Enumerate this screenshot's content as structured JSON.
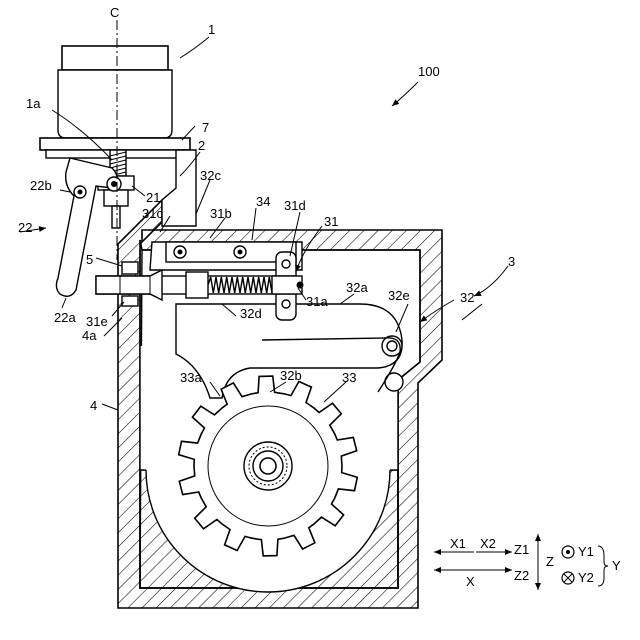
{
  "labels": {
    "center_axis": "C",
    "item_1": "1",
    "item_1a": "1a",
    "item_2": "2",
    "item_3": "3",
    "item_4": "4",
    "item_4a": "4a",
    "item_5": "5",
    "item_7": "7",
    "item_21": "21",
    "item_22": "22",
    "item_22a": "22a",
    "item_22b": "22b",
    "item_31": "31",
    "item_31a": "31a",
    "item_31b": "31b",
    "item_31c": "31c",
    "item_31d": "31d",
    "item_31e": "31e",
    "item_32": "32",
    "item_32a": "32a",
    "item_32b": "32b",
    "item_32c": "32c",
    "item_32d": "32d",
    "item_32e": "32e",
    "item_33": "33",
    "item_33a": "33a",
    "item_34": "34",
    "item_100": "100"
  },
  "axes_legend": {
    "x1": "X1",
    "x2": "X2",
    "x": "X",
    "z1": "Z1",
    "z2": "Z2",
    "z": "Z",
    "y1": "Y1",
    "y2": "Y2",
    "y": "Y"
  }
}
